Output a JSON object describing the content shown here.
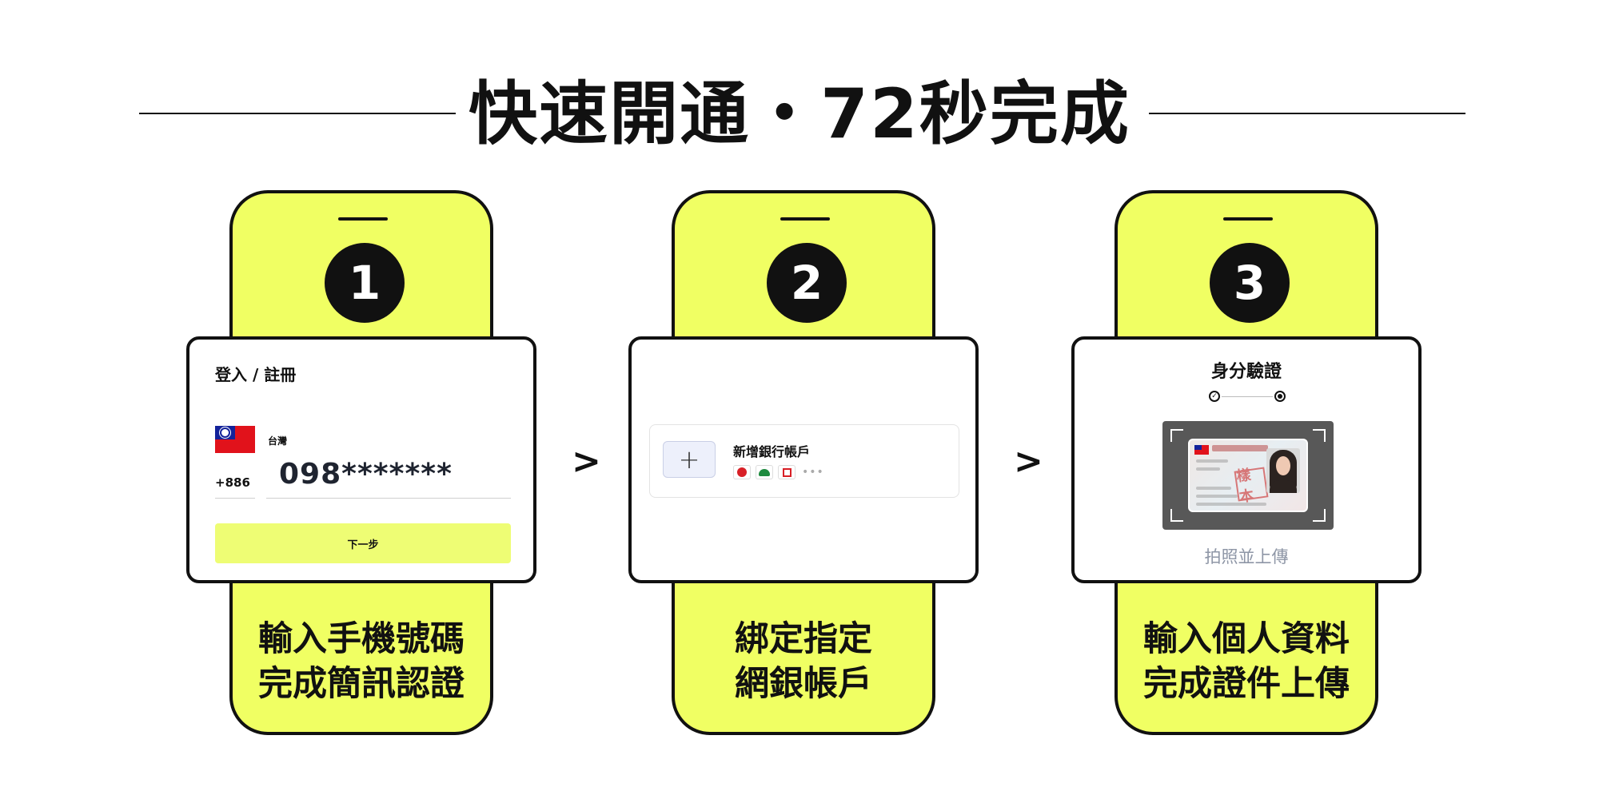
{
  "header": {
    "title": "快速開通・72秒完成"
  },
  "steps": [
    {
      "number": "1",
      "caption_line1": "輸入手機號碼",
      "caption_line2": "完成簡訊認證",
      "card": {
        "heading": "登入 / 註冊",
        "country_label": "台灣",
        "country_code": "+886",
        "phone_value": "098*******",
        "next_button": "下一步"
      }
    },
    {
      "number": "2",
      "caption_line1": "綁定指定",
      "caption_line2": "網銀帳戶",
      "card": {
        "add_symbol": "+",
        "add_label": "新增銀行帳戶",
        "more": "•••"
      }
    },
    {
      "number": "3",
      "caption_line1": "輸入個人資料",
      "caption_line2": "完成證件上傳",
      "card": {
        "heading": "身分驗證",
        "upload_label": "拍照並上傳",
        "stamp": "樣本"
      }
    }
  ],
  "arrows": {
    "symbol": ">"
  },
  "colors": {
    "accent": "#f0ff63",
    "button": "#eefd74",
    "ink": "#111111",
    "muted": "#8e96a6"
  }
}
